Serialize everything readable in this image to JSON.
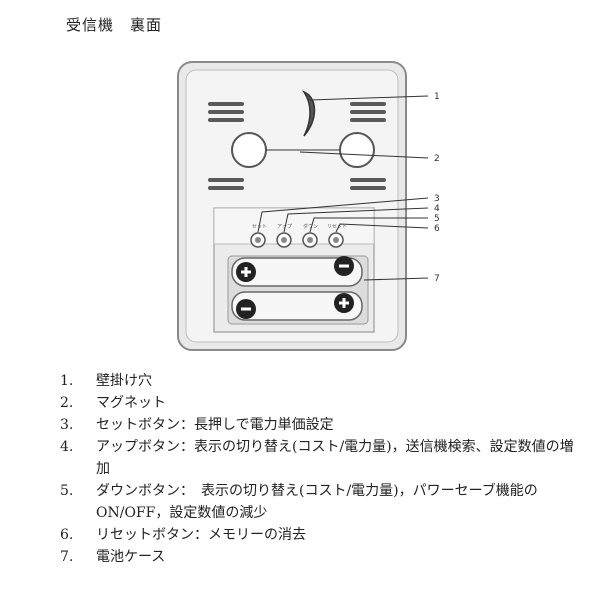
{
  "title": "受信機　裏面",
  "callouts": [
    "1",
    "2",
    "3",
    "4",
    "5",
    "6",
    "7"
  ],
  "button_labels": [
    "セット",
    "アップ",
    "ダウン",
    "リセット"
  ],
  "items": [
    {
      "num": "1.",
      "text": "壁掛け穴"
    },
    {
      "num": "2.",
      "text": "マグネット"
    },
    {
      "num": "3.",
      "text": "セットボタン：長押しで電力単価設定"
    },
    {
      "num": "4.",
      "text": "アップボタン：表示の切り替え(コスト/電力量)，送信機検索、設定数値の増加"
    },
    {
      "num": "5.",
      "text": "ダウンボタン：　表示の切り替え(コスト/電力量)，パワーセーブ機能のON/OFF，設定数値の減少"
    },
    {
      "num": "6.",
      "text": "リセットボタン：メモリーの消去"
    },
    {
      "num": "7.",
      "text": "電池ケース"
    }
  ]
}
